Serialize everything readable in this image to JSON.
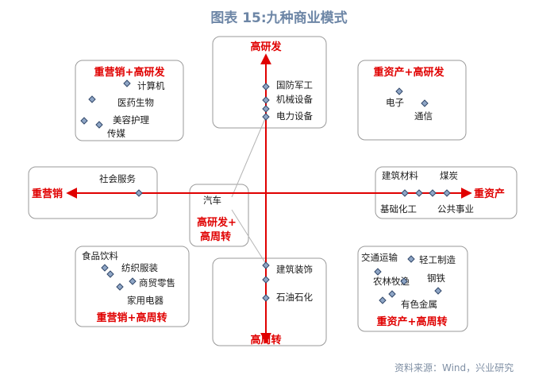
{
  "title": "图表 15:九种商业模式",
  "source": "资料来源：Wind，兴业研究",
  "axes": {
    "top": "高研发",
    "bottom": "高周转",
    "left": "重营销",
    "right": "重资产",
    "center_line1": "高研发+",
    "center_line2": "高周转"
  },
  "groups": {
    "top_left": {
      "label": "重营销+高研发",
      "items": [
        "计算机",
        "医药生物",
        "美容护理",
        "传媒"
      ]
    },
    "top_center": {
      "items": [
        "国防军工",
        "机械设备",
        "电力设备"
      ]
    },
    "top_right": {
      "label": "重资产+高研发",
      "items": [
        "电子",
        "通信"
      ]
    },
    "mid_left": {
      "items": [
        "社会服务"
      ]
    },
    "center": {
      "items": [
        "汽车"
      ]
    },
    "mid_right": {
      "items": [
        "建筑材料",
        "煤炭",
        "基础化工",
        "公共事业"
      ]
    },
    "bottom_left": {
      "label": "重营销+高周转",
      "items": [
        "食品饮料",
        "纺织服装",
        "商贸零售",
        "家用电器"
      ]
    },
    "bottom_center": {
      "items": [
        "建筑装饰",
        "石油石化"
      ]
    },
    "bottom_right": {
      "label": "重资产+高周转",
      "items": [
        "交通运输",
        "轻工制造",
        "农林牧渔",
        "钢铁",
        "有色金属"
      ]
    }
  },
  "colors": {
    "axis": "#e00000",
    "title": "#6d86a6",
    "marker": "#8fa6c6"
  }
}
